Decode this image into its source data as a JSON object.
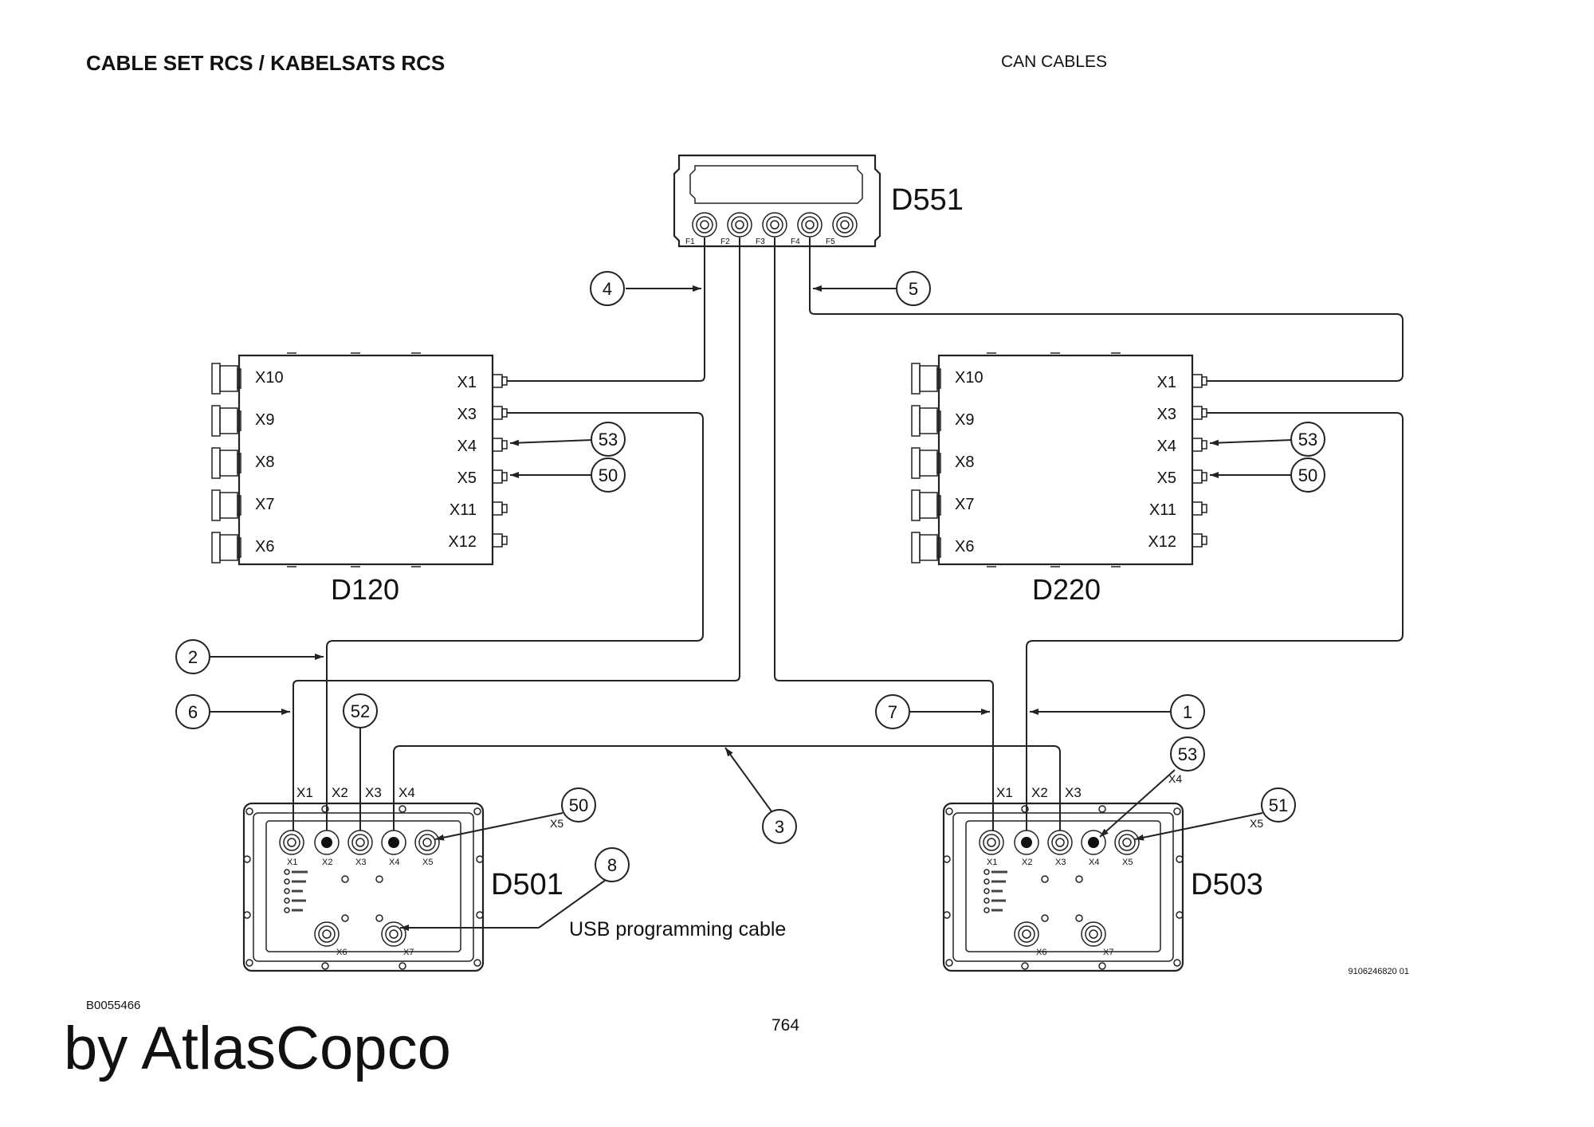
{
  "header": {
    "title": "CABLE SET RCS / KABELSATS RCS",
    "subtitle": "CAN CABLES"
  },
  "footer": {
    "doc_id": "B0055466",
    "page_number": "764",
    "brand": "by AtlasCopco"
  },
  "diagram": {
    "drawing_number": "9106246820 01",
    "units": {
      "d551": {
        "name": "D551",
        "ports": [
          "F1",
          "F2",
          "F3",
          "F4",
          "F5"
        ]
      },
      "d120": {
        "name": "D120",
        "left_ports": [
          "X10",
          "X9",
          "X8",
          "X7",
          "X6"
        ],
        "right_ports": [
          "X1",
          "X3",
          "X4",
          "X5",
          "X11",
          "X12"
        ]
      },
      "d220": {
        "name": "D220",
        "left_ports": [
          "X10",
          "X9",
          "X8",
          "X7",
          "X6"
        ],
        "right_ports": [
          "X1",
          "X3",
          "X4",
          "X5",
          "X11",
          "X12"
        ]
      },
      "d501": {
        "name": "D501",
        "top_labels": [
          "X1",
          "X2",
          "X3",
          "X4"
        ],
        "port_labels": [
          "X1",
          "X2",
          "X3",
          "X4",
          "X5"
        ],
        "side_label": "X5",
        "bottom_ports": [
          "X6",
          "X7"
        ]
      },
      "d503": {
        "name": "D503",
        "top_labels": [
          "X1",
          "X2",
          "X3"
        ],
        "port_labels": [
          "X1",
          "X2",
          "X3",
          "X4",
          "X5"
        ],
        "side_labels": [
          "X4",
          "X5"
        ],
        "bottom_ports": [
          "X6",
          "X7"
        ]
      }
    },
    "callouts": {
      "c1": "1",
      "c2": "2",
      "c3": "3",
      "c4": "4",
      "c5": "5",
      "c6": "6",
      "c7": "7",
      "c8": "8",
      "c50_d120": "50",
      "c53_d120": "53",
      "c50_d220": "50",
      "c53_d220": "53",
      "c52_d501": "52",
      "c50_d501": "50",
      "c53_d503": "53",
      "c51_d503": "51"
    },
    "usb_label": "USB programming cable"
  }
}
